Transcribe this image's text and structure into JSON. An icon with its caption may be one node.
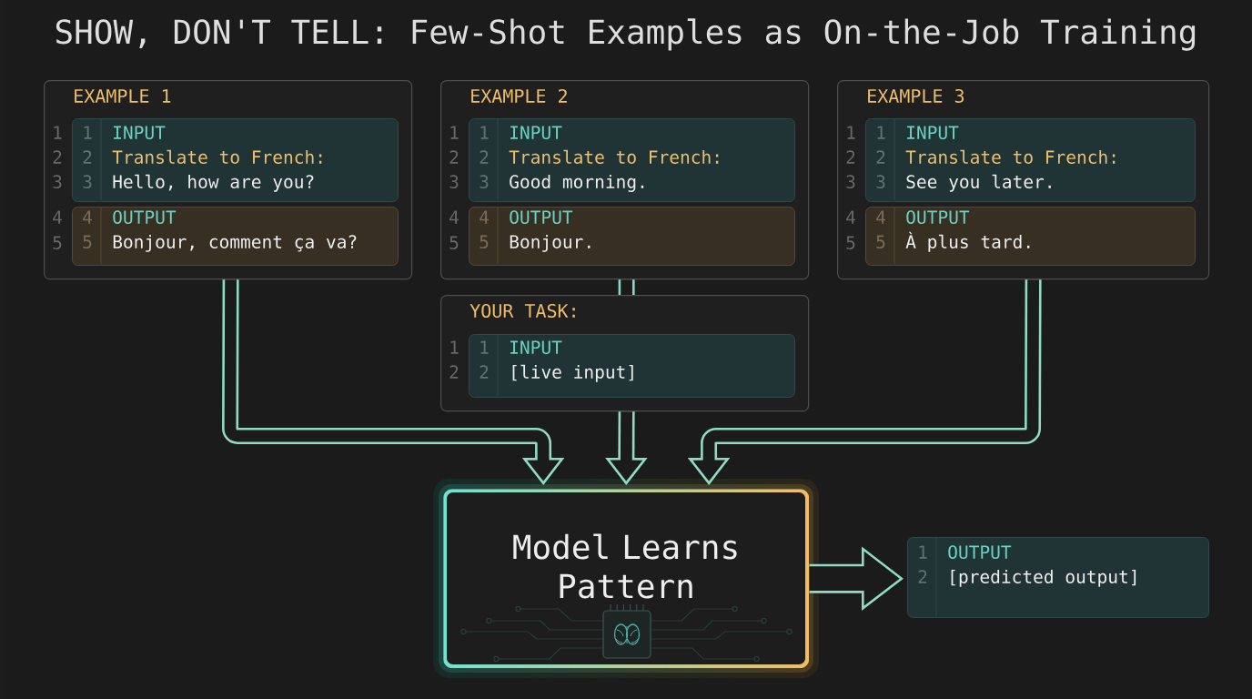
{
  "diagram": {
    "title": "SHOW, DON'T TELL: Few-Shot Examples as On-the-Job Training",
    "nodes": [
      {
        "text": [
          "EXAMPLE 1",
          "1",
          "2",
          "3",
          "4",
          "5"
        ]
      },
      {
        "text": [
          "1",
          "INPUT",
          "2",
          "Translate to French:",
          "3",
          "Hello, how are you?"
        ],
        "in": 0
      },
      {
        "text": [
          "4",
          "OUTPUT",
          "5",
          "Bonjour, comment ça va?"
        ],
        "in": 0
      },
      {
        "text": [
          "EXAMPLE 2",
          "1",
          "2",
          "3",
          "4",
          "5"
        ]
      },
      {
        "text": [
          "1",
          "INPUT",
          "2",
          "Translate to French:",
          "3",
          "Good morning."
        ],
        "in": 3
      },
      {
        "text": [
          "4",
          "OUTPUT",
          "5",
          "Bonjour."
        ],
        "in": 3
      },
      {
        "text": [
          "EXAMPLE 3",
          "1",
          "2",
          "3",
          "4",
          "5"
        ]
      },
      {
        "text": [
          "1",
          "INPUT",
          "2",
          "Translate to French:",
          "3",
          "See you later."
        ],
        "in": 6
      },
      {
        "text": [
          "4",
          "OUTPUT",
          "5",
          "À plus tard."
        ],
        "in": 6
      },
      {
        "text": [
          "YOUR TASK:",
          "1",
          "2"
        ]
      },
      {
        "text": [
          "1",
          "INPUT",
          "2",
          "[live input]"
        ],
        "in": 9
      },
      {
        "text": [
          "Model Learns Pattern"
        ]
      },
      {
        "text": [
          "1",
          "OUTPUT",
          "2",
          "[predicted output]"
        ]
      }
    ],
    "edges": [
      {
        "from": 0,
        "to": 11,
        "arrow": "to"
      },
      {
        "from": 3,
        "to": 9,
        "arrow": "none",
        "color": "#7edcc8"
      },
      {
        "from": 9,
        "to": 11,
        "arrow": "to"
      },
      {
        "from": 6,
        "to": 11,
        "arrow": "to"
      },
      {
        "from": 11,
        "to": 12,
        "arrow": "to",
        "style": "thick"
      }
    ]
  }
}
